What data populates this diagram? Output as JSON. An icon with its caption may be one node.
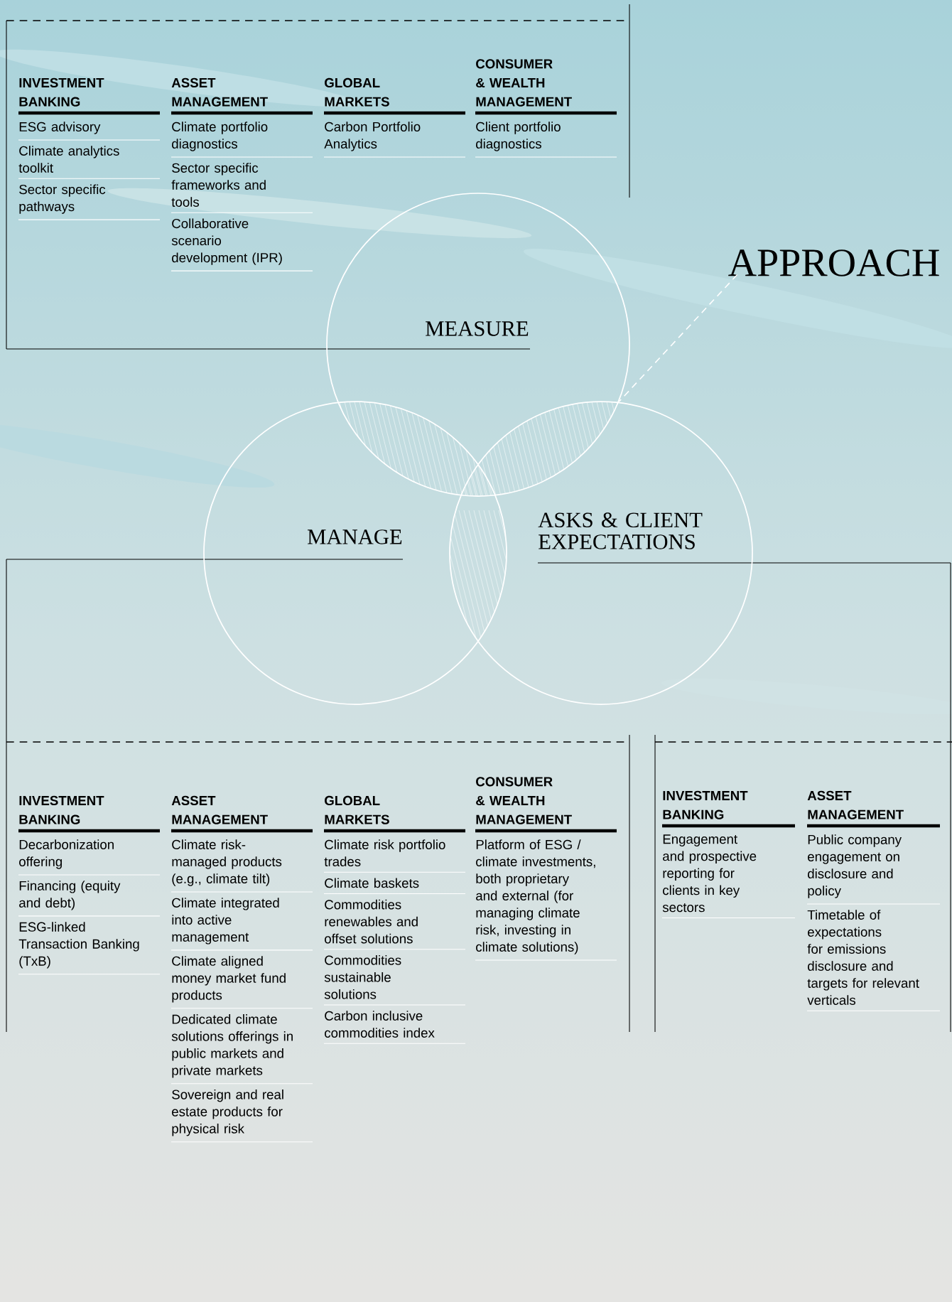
{
  "diagram": {
    "nodes": [
      {
        "text": [
          "MEASURE"
        ]
      },
      {
        "text": [
          "MANAGE"
        ]
      },
      {
        "text": [
          "ASKS & CLIENT EXPECTATIONS"
        ]
      },
      {
        "text": [
          "APPROACH"
        ]
      }
    ],
    "edges": [
      {
        "from": 3,
        "to": 0,
        "arrow": "none",
        "style": "dashed"
      }
    ],
    "labels": [
      "INVESTMENT BANKING",
      "ESG advisory",
      "Climate analytics toolkit",
      "Sector specific pathways",
      "ASSET MANAGEMENT",
      "Climate portfolio diagnostics",
      "Sector specific frameworks and tools",
      "Collaborative scenario development (IPR)",
      "GLOBAL MARKETS",
      "Carbon Portfolio Analytics",
      "CONSUMER & WEALTH MANAGEMENT",
      "Client portfolio diagnostics",
      "INVESTMENT BANKING",
      "Decarbonization offering",
      "Financing (equity and debt)",
      "ESG-linked Transaction Banking (TxB)",
      "ASSET MANAGEMENT",
      "Climate risk-managed products (e.g., climate tilt)",
      "Climate integrated into active management",
      "Climate aligned money market fund products",
      "Dedicated climate solutions offerings in public markets and private markets",
      "Sovereign and real estate products for physical risk",
      "GLOBAL MARKETS",
      "Climate risk portfolio trades",
      "Climate baskets",
      "Commodities renewables and offset solutions",
      "Commodities sustainable solutions",
      "Carbon inclusive commodities index",
      "CONSUMER & WEALTH MANAGEMENT",
      "Platform of ESG / climate investments, both proprietary and external (for managing climate risk, investing in climate solutions)",
      "INVESTMENT BANKING",
      "Engagement and prospective reporting for clients in key sectors",
      "ASSET MANAGEMENT",
      "Public company engagement on disclosure and policy",
      "Timetable of expectations for emissions disclosure and targets for relevant verticals"
    ]
  }
}
